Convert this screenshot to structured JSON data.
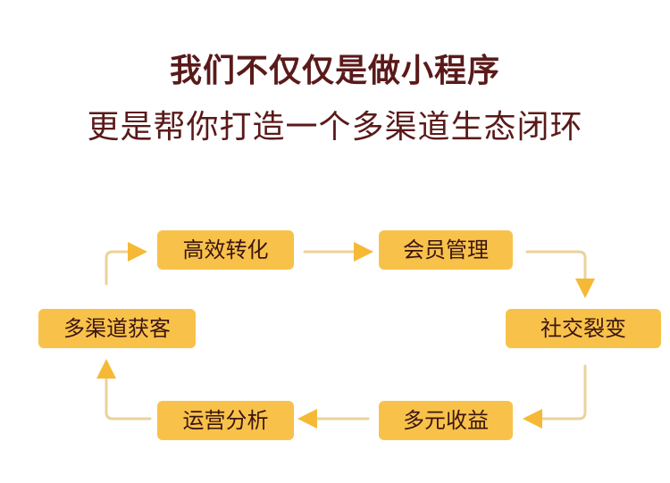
{
  "headline": {
    "line1": "我们不仅仅是做小程序",
    "line2": "更是帮你打造一个多渠道生态闭环"
  },
  "cycle": {
    "nodes": [
      {
        "id": "high-conversion",
        "label": "高效转化"
      },
      {
        "id": "member-management",
        "label": "会员管理"
      },
      {
        "id": "social-fission",
        "label": "社交裂变"
      },
      {
        "id": "diversified-revenue",
        "label": "多元收益"
      },
      {
        "id": "operation-analysis",
        "label": "运营分析"
      },
      {
        "id": "multichannel-acquisition",
        "label": "多渠道获客"
      }
    ],
    "flow_order": [
      "高效转化",
      "会员管理",
      "社交裂变",
      "多元收益",
      "运营分析",
      "多渠道获客"
    ]
  },
  "colors": {
    "headline": "#5a1a1a",
    "node_fill": "#f8c24a",
    "node_text": "#3a1512",
    "connector_line": "#ecd29a",
    "arrowhead": "#f5b935"
  }
}
